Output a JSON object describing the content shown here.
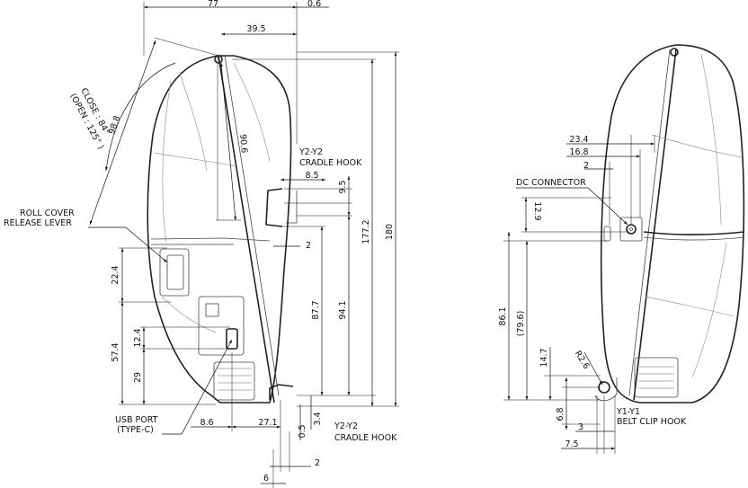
{
  "side_view": {
    "dims": {
      "d77": "77",
      "d0_6": "0.6",
      "d39_5": "39.5",
      "d98_8": "98.8",
      "d90_6": "90.6",
      "d8_5": "8.5",
      "d9_5": "9.5",
      "d2_mid": "2",
      "d177_2": "177.2",
      "d180": "180",
      "d94_1": "94.1",
      "d87_7": "87.7",
      "d22_4": "22.4",
      "d57_4": "57.4",
      "d12_4": "12.4",
      "d29": "29",
      "d8_6": "8.6",
      "d27_1": "27.1",
      "d0_5": "0.5",
      "d3_4": "3.4",
      "d2_bottom": "2",
      "d6": "6"
    },
    "labels": {
      "angle_close": "CLOSE : 84°",
      "angle_open": "(OPEN : 125° )",
      "cradle_top_1": "Y2-Y2",
      "cradle_top_2": "CRADLE HOOK",
      "cradle_bottom_1": "Y2-Y2",
      "cradle_bottom_2": "CRADLE HOOK",
      "roll_cover_1": "ROLL COVER",
      "roll_cover_2": "RELEASE LEVER",
      "usb_1": "USB PORT",
      "usb_2": "(TYPE-C)"
    }
  },
  "back_view": {
    "dims": {
      "d23_4": "23.4",
      "d16_8": "16.8",
      "d2": "2",
      "d12_9": "12.9",
      "d86_1": "86.1",
      "d79_6": "(79.6)",
      "d14_7": "14.7",
      "r2_6": "R2.6",
      "d6_8": "6.8",
      "d3": "3",
      "d7_5": "7.5"
    },
    "labels": {
      "dc_connector": "DC CONNECTOR",
      "belt_clip_1": "Y1-Y1",
      "belt_clip_2": "BELT CLIP HOOK"
    }
  }
}
